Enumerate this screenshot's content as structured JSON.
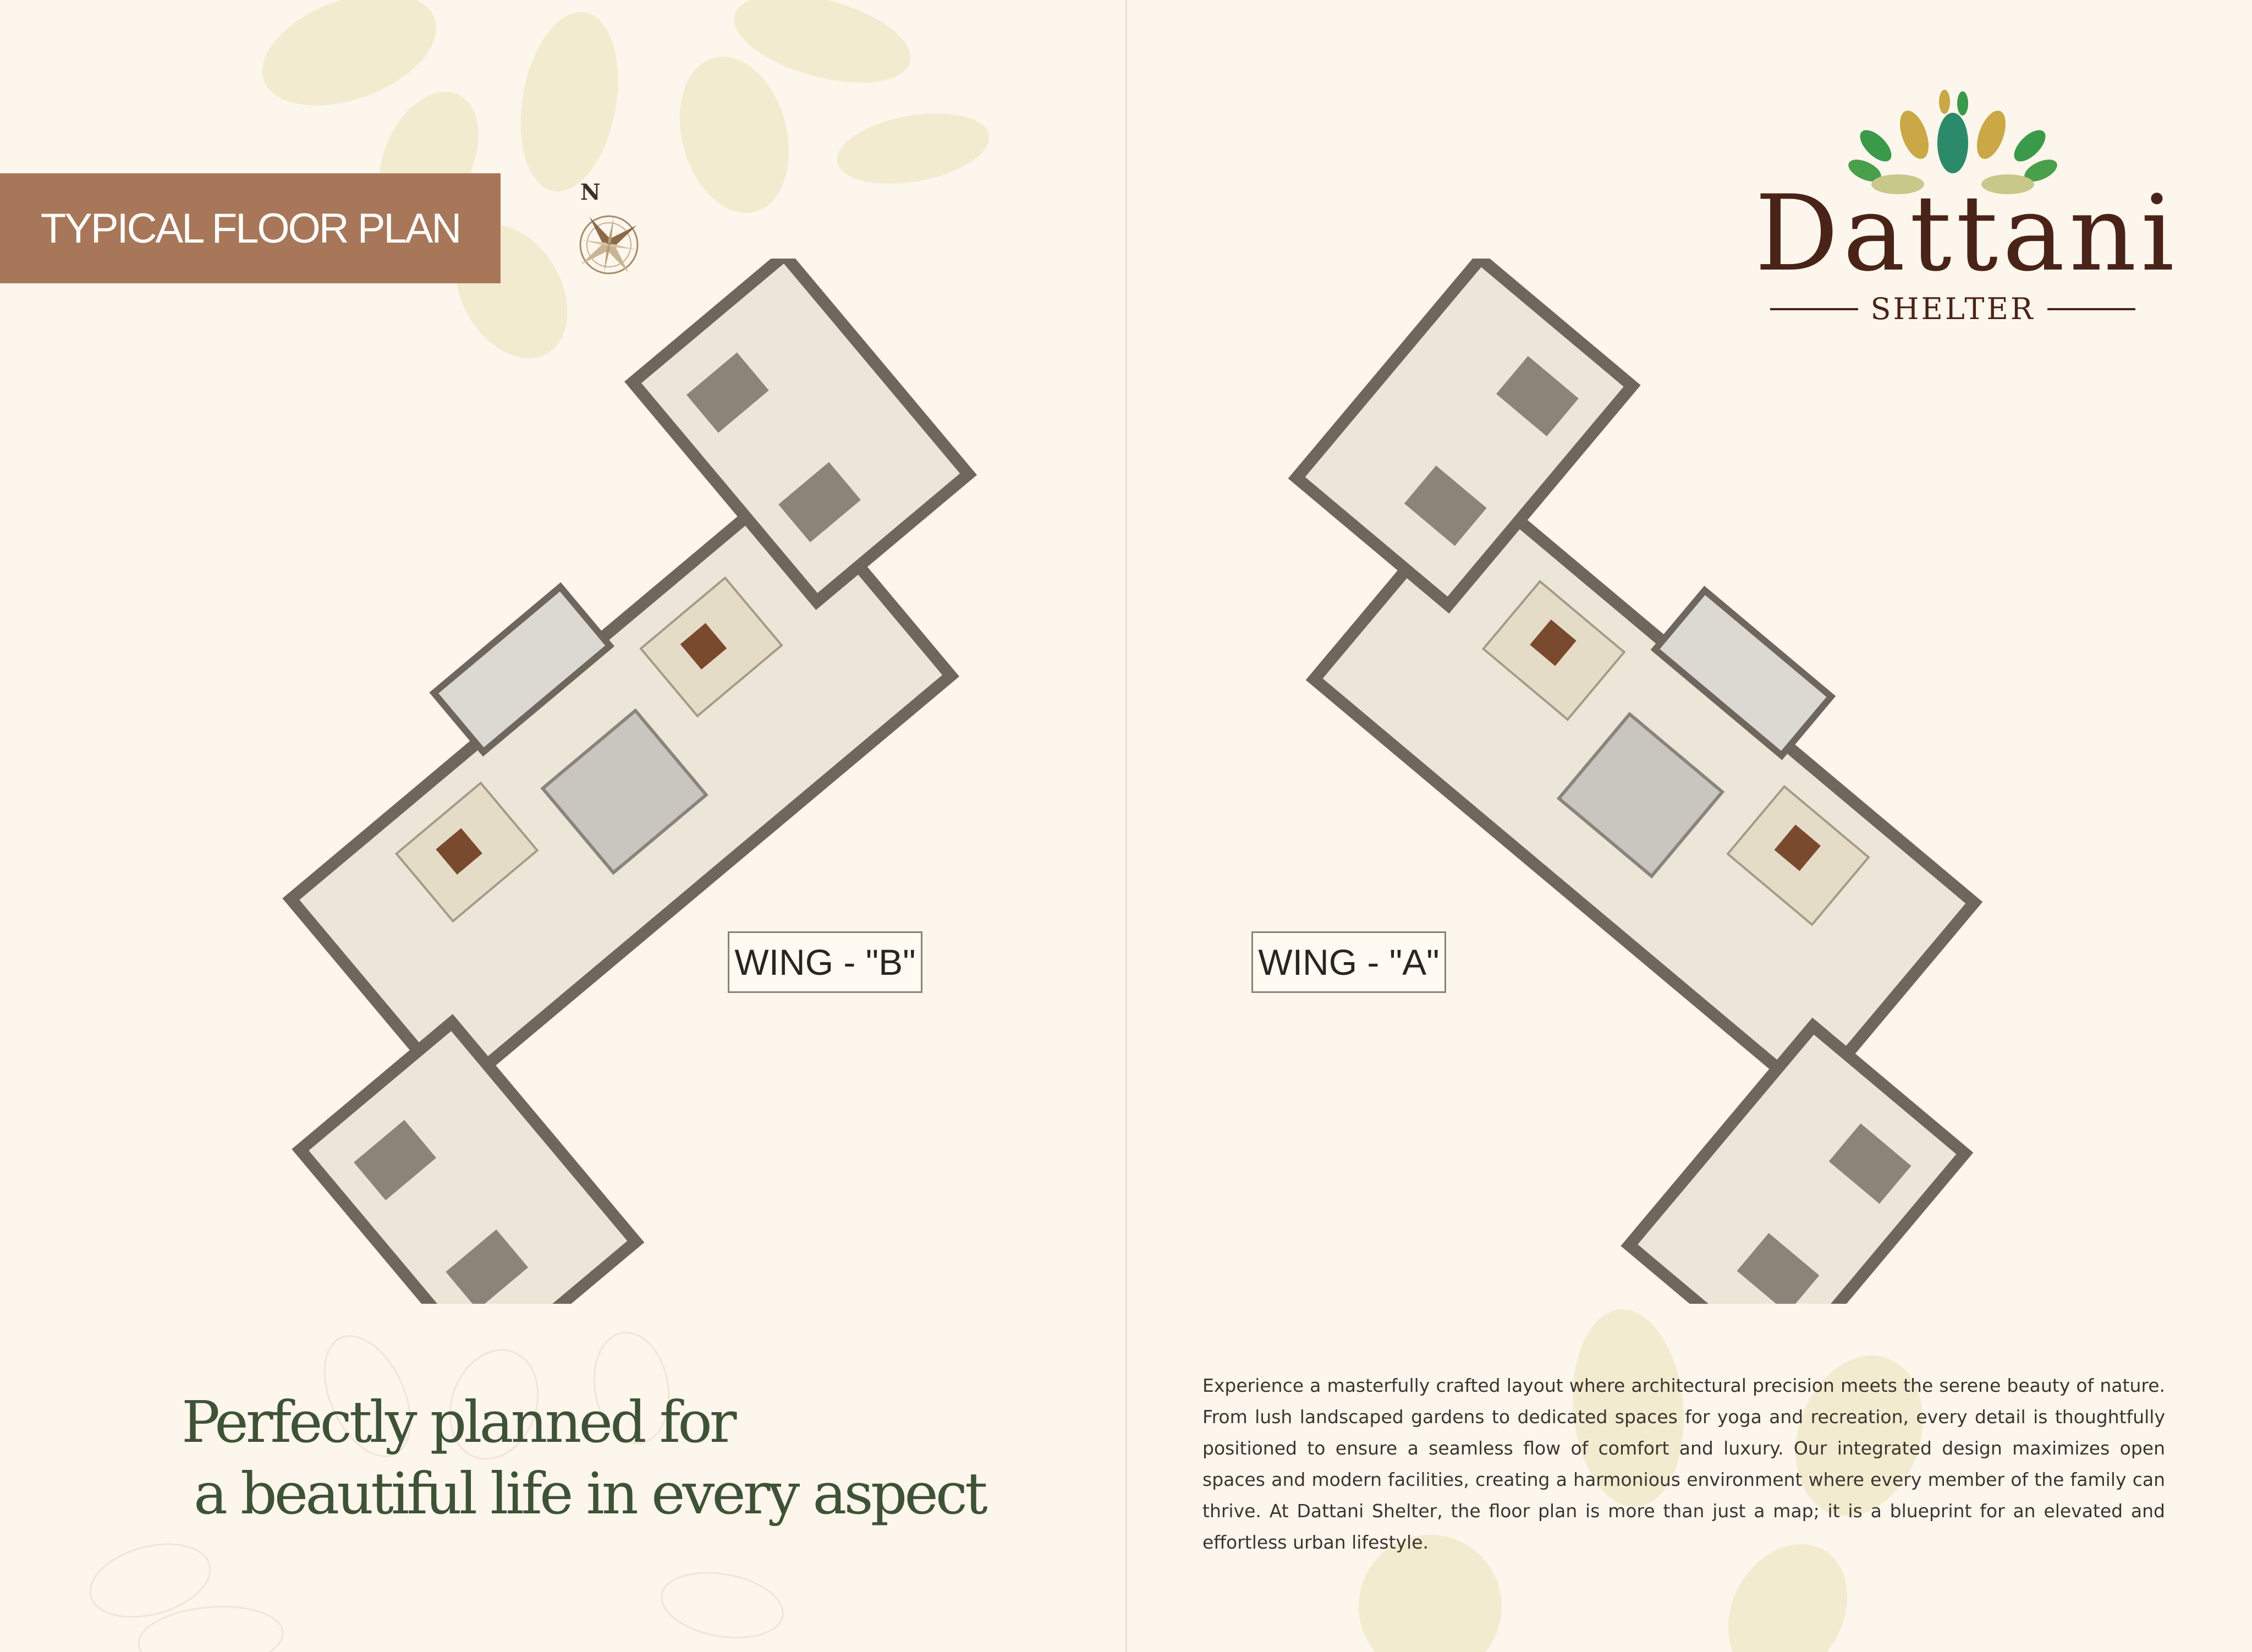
{
  "title_banner": "TYPICAL FLOOR PLAN",
  "compass_north": "N",
  "logo": {
    "word": "Dattani",
    "subtitle": "SHELTER"
  },
  "wing_b_label": "WING - \"B\"",
  "wing_a_label": "WING - \"A\"",
  "headline": [
    "Perfectly planned for",
    "a beautiful life in every aspect"
  ],
  "body": "Experience a masterfully crafted layout where architectural precision meets the serene beauty of nature. From lush landscaped gardens to dedicated spaces for yoga and recreation, every detail is thoughtfully positioned to ensure a seamless flow of comfort and luxury. Our integrated design maximizes open spaces and modern facilities, creating a harmonious environment where every member of the family can thrive. At Dattani Shelter, the floor plan is more than just a map; it is a blueprint for an elevated and effortless urban lifestyle.",
  "colors": {
    "background": "#fdf6ec",
    "banner": "#a8775a",
    "brand": "#4a2318",
    "headline": "#3e5236",
    "wall": "#6f675e",
    "floor": "#ece6d6"
  },
  "icons": [
    "compass-rose-icon",
    "logo-leaves-icon"
  ]
}
